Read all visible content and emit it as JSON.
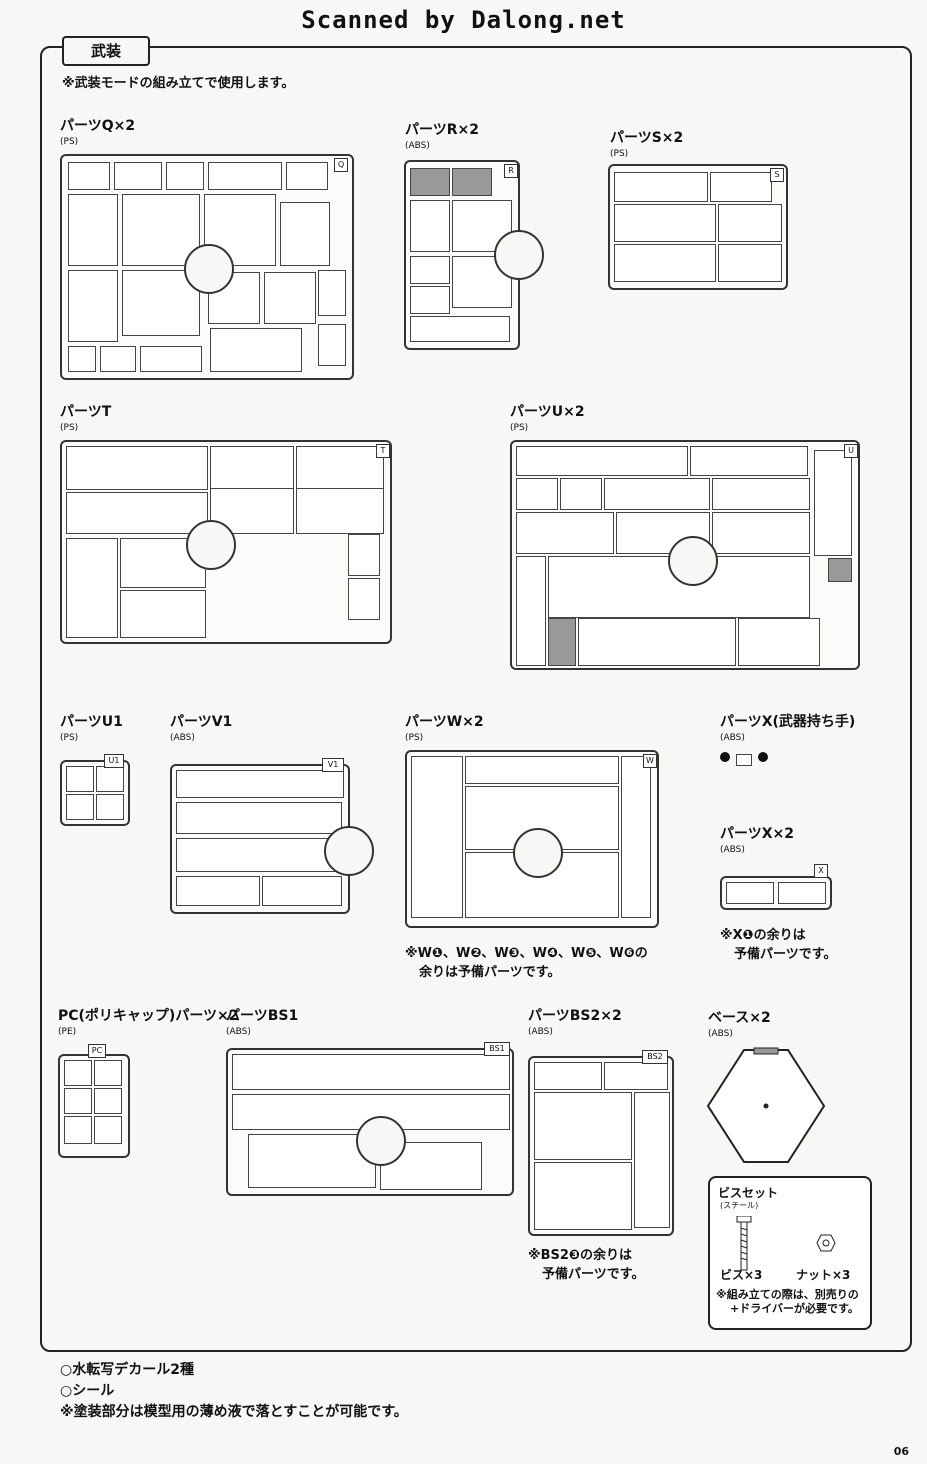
{
  "scan_banner": "Scanned by Dalong.net",
  "section": {
    "title": "武装",
    "note": "※武装モードの組み立てで使用します。"
  },
  "parts": [
    {
      "label": "パーツQ×2",
      "material": "(PS)",
      "letter": "Q"
    },
    {
      "label": "パーツR×2",
      "material": "(ABS)",
      "letter": "R"
    },
    {
      "label": "パーツS×2",
      "material": "(PS)",
      "letter": "S"
    },
    {
      "label": "パーツT",
      "material": "(PS)",
      "letter": "T"
    },
    {
      "label": "パーツU×2",
      "material": "(PS)",
      "letter": "U"
    },
    {
      "label": "パーツU1",
      "material": "(PS)",
      "letter": "U1"
    },
    {
      "label": "パーツV1",
      "material": "(ABS)",
      "letter": "V1"
    },
    {
      "label": "パーツW×2",
      "material": "(PS)",
      "letter": "W"
    },
    {
      "label": "パーツX(武器持ち手)",
      "material": "(ABS)",
      "letter": ""
    },
    {
      "label": "パーツX×2",
      "material": "(ABS)",
      "letter": "X"
    },
    {
      "label": "PC(ポリキャップ)パーツ×2",
      "material": "(PE)",
      "letter": "PC"
    },
    {
      "label": "パーツBS1",
      "material": "(ABS)",
      "letter": "BS1"
    },
    {
      "label": "パーツBS2×2",
      "material": "(ABS)",
      "letter": "BS2"
    },
    {
      "label": "ベース×2",
      "material": "(ABS)",
      "letter": ""
    }
  ],
  "notes": {
    "w_spare_1": "※W❶、W❷、W❸、W❹、W❺、W❻の",
    "w_spare_2": "余りは予備パーツです。",
    "x_spare_1": "※X❶の余りは",
    "x_spare_2": "予備パーツです。",
    "bs2_spare_1": "※BS2❸の余りは",
    "bs2_spare_2": "予備パーツです。"
  },
  "screw_set": {
    "title": "ビスセット",
    "material": "(スチール)",
    "screw_label": "ビス×3",
    "nut_label": "ナット×3",
    "note_1": "※組み立ての際は、別売りの",
    "note_2": "+ドライバーが必要です。"
  },
  "footer": [
    "○水転写デカール2種",
    "○シール",
    "※塗装部分は模型用の薄め液で落とすことが可能です。"
  ],
  "page_number": "06"
}
